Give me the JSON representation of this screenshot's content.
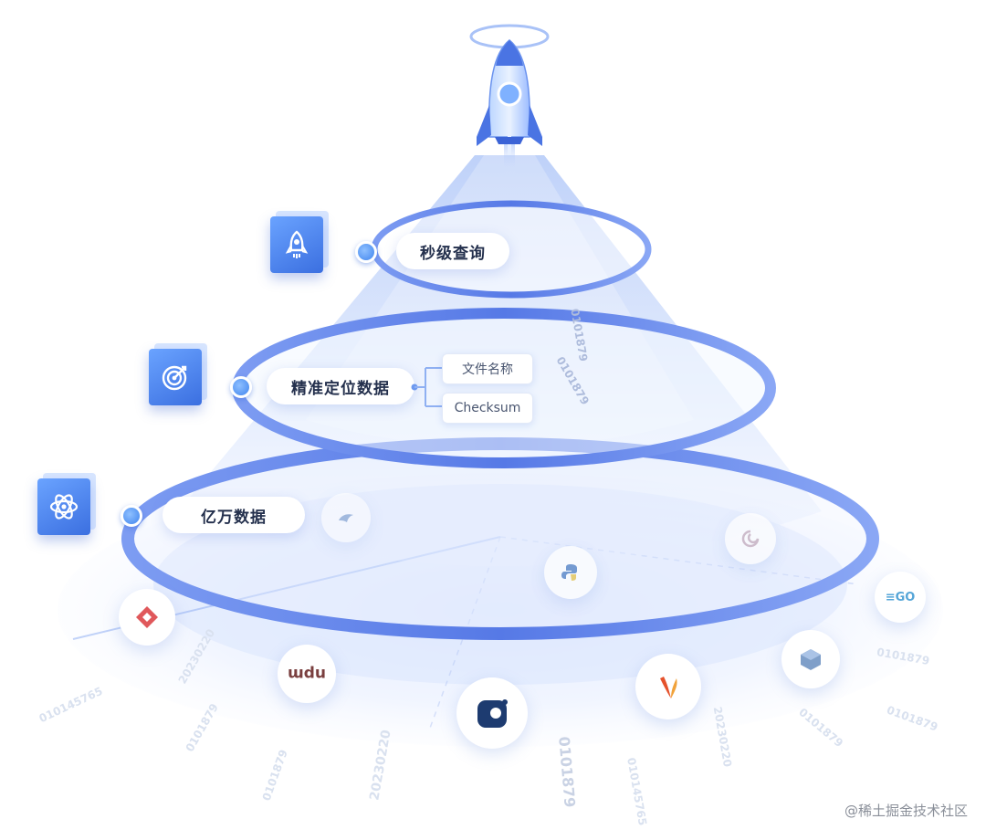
{
  "levels": [
    {
      "label": "秒级查询",
      "icon": "rocket-icon"
    },
    {
      "label": "精准定位数据",
      "icon": "target-icon",
      "branches": [
        "文件名称",
        "Checksum"
      ]
    },
    {
      "label": "亿万数据",
      "icon": "atom-icon"
    }
  ],
  "logos": [
    "jfrog-logo-icon",
    "npm-logo-icon",
    "docker-logo-icon",
    "maven-feather-icon",
    "package-box-icon",
    "go-logo-icon",
    "debian-swirl-icon",
    "python-logo-icon",
    "dolphin-logo-icon"
  ],
  "background_numbers": [
    "20230220",
    "0101879",
    "20230220",
    "0101879",
    "0101879",
    "010145765",
    "20230220",
    "0101879",
    "010145765",
    "0101879",
    "0101879",
    "0101879",
    "0101879"
  ],
  "watermark": "@稀土掘金技术社区",
  "colors": {
    "accent": "#3f7cf0",
    "ring": "#6b8cf0",
    "cone": "#c8d8fb",
    "text": "#24304d"
  }
}
